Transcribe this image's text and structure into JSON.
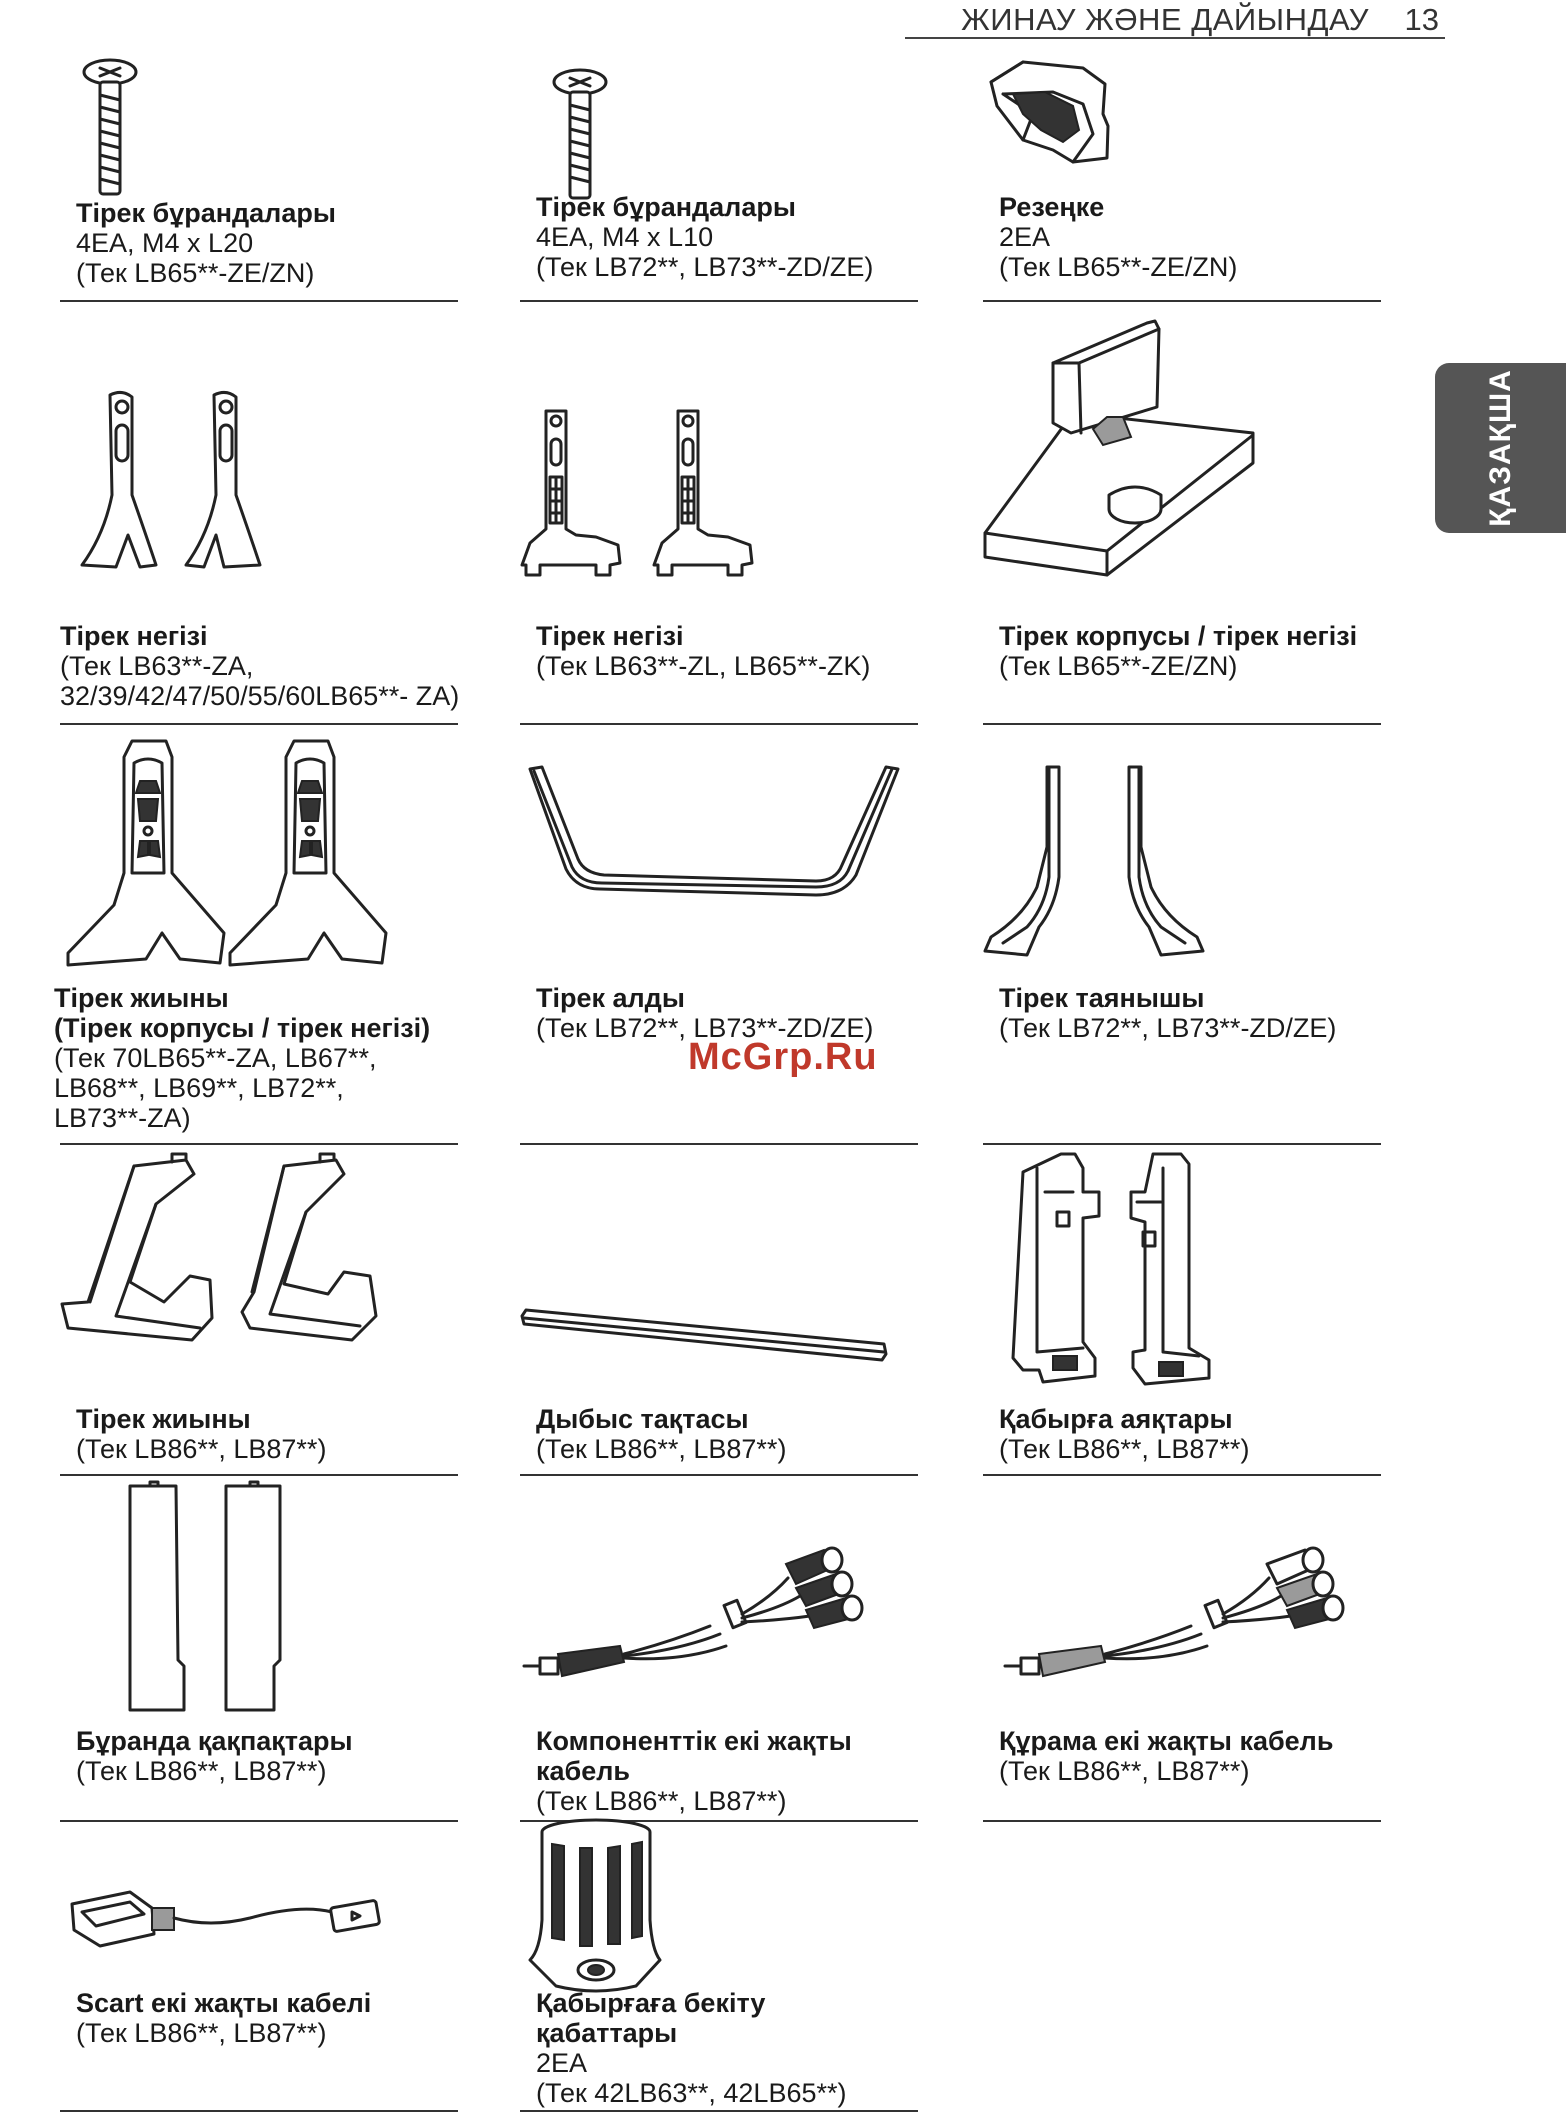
{
  "header": {
    "title": "ЖИНАУ ЖӘНЕ ДАЙЫНДАУ",
    "page_number": "13"
  },
  "side_tab": {
    "label": "ҚАЗАҚША"
  },
  "watermark": "McGrp.Ru",
  "items": [
    {
      "title": "Тірек бұрандалары",
      "lines": [
        "4EA, M4 x L20",
        "(Тек LB65**-ZE/ZN)"
      ]
    },
    {
      "title": "Тірек бұрандалары",
      "lines": [
        "4EA, M4 x L10",
        "(Тек LB72**, LB73**-ZD/ZE)"
      ]
    },
    {
      "title": "Резеңке",
      "lines": [
        "2EA",
        "(Тек LB65**-ZE/ZN)"
      ]
    },
    {
      "title": "Тірек негізі",
      "lines": [
        "(Тек LB63**-ZA,",
        "32/39/42/47/50/55/60LB65**- ZA)"
      ]
    },
    {
      "title": "Тірек негізі",
      "lines": [
        "(Тек LB63**-ZL, LB65**-ZK)"
      ]
    },
    {
      "title": "Тірек корпусы / тірек негізі",
      "lines": [
        "(Тек LB65**-ZE/ZN)"
      ]
    },
    {
      "title": "Тірек жиыны",
      "title2": "(Тірек корпусы / тірек негізі)",
      "lines": [
        "(Тек 70LB65**-ZA, LB67**,",
        "LB68**, LB69**, LB72**,",
        "LB73**-ZA)"
      ]
    },
    {
      "title": "Тірек алды",
      "lines": [
        "(Тек LB72**, LB73**-ZD/ZE)"
      ]
    },
    {
      "title": "Тірек таянышы",
      "lines": [
        "(Тек LB72**, LB73**-ZD/ZE)"
      ]
    },
    {
      "title": "Тірек жиыны",
      "lines": [
        "(Тек LB86**, LB87**)"
      ]
    },
    {
      "title": "Дыбыс тақтасы",
      "lines": [
        "(Тек LB86**, LB87**)"
      ]
    },
    {
      "title": "Қабырға аяқтары",
      "lines": [
        "(Тек LB86**, LB87**)"
      ]
    },
    {
      "title": "Бұранда қақпақтары",
      "lines": [
        "(Тек LB86**, LB87**)"
      ]
    },
    {
      "title": "Компоненттік екі жақты",
      "title2": "кабель",
      "lines": [
        "(Тек LB86**, LB87**)"
      ]
    },
    {
      "title": "Құрама екі жақты кабель",
      "lines": [
        "(Тек LB86**, LB87**)"
      ]
    },
    {
      "title": "Scart екі жақты кабелі",
      "lines": [
        "(Тек LB86**, LB87**)"
      ]
    },
    {
      "title": "Қабырғаға бекіту",
      "title2": "қабаттары",
      "lines": [
        "2EA",
        "(Тек 42LB63**, 42LB65**)"
      ]
    }
  ]
}
